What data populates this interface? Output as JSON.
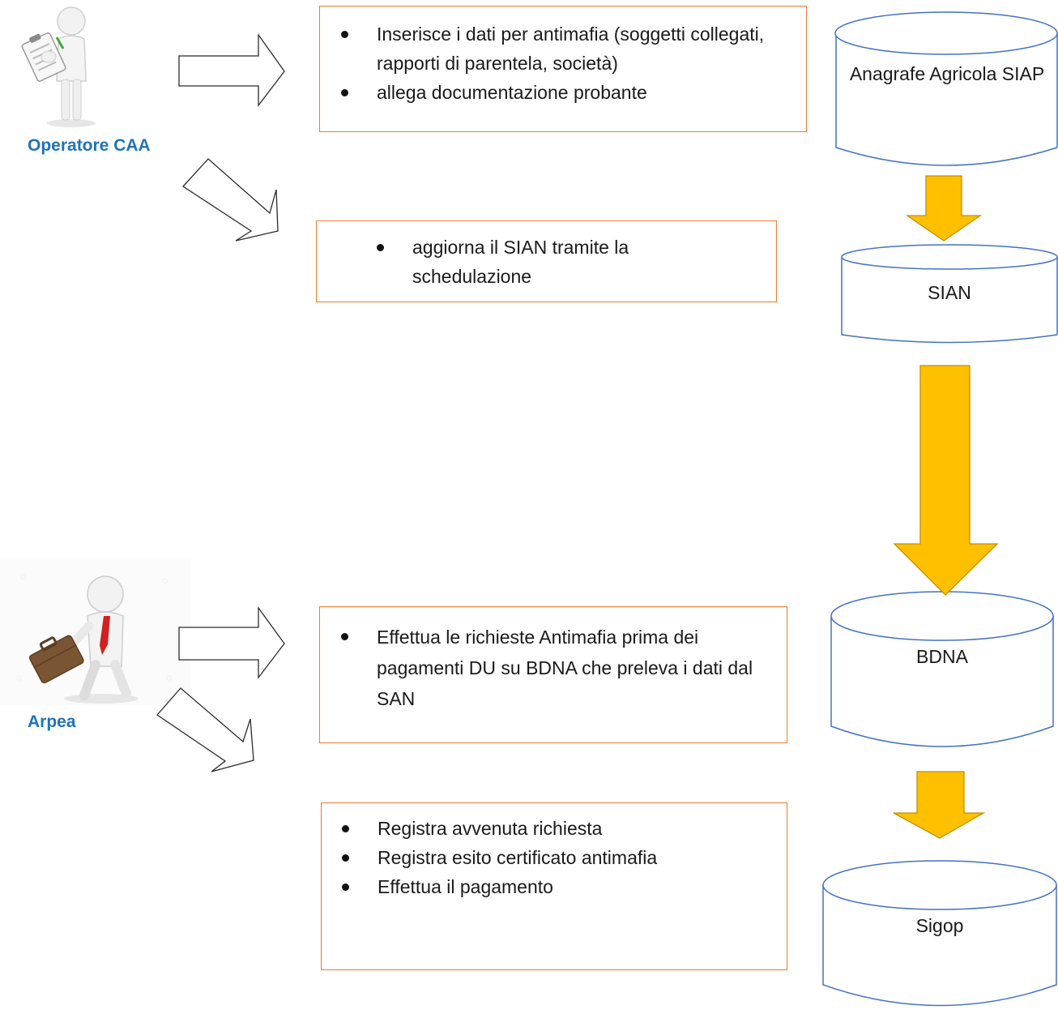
{
  "actors": {
    "operatore": {
      "label": "Operatore CAA",
      "icon": "clipboard-person-icon"
    },
    "arpea": {
      "label": "Arpea",
      "icon": "businessman-briefcase-icon"
    }
  },
  "boxes": {
    "box1": {
      "items": [
        "Inserisce i dati per antimafia (soggetti collegati, rapporti di parentela, società)",
        "allega documentazione probante"
      ]
    },
    "box2": {
      "items": [
        "aggiorna il SIAN tramite la schedulazione"
      ]
    },
    "box3": {
      "items": [
        "Effettua le richieste Antimafia prima dei pagamenti DU su BDNA che preleva i dati dal SAN"
      ]
    },
    "box4": {
      "items": [
        "Registra avvenuta richiesta",
        "Registra esito certificato antimafia",
        "Effettua il pagamento"
      ]
    }
  },
  "databases": {
    "db1": {
      "label": "Anagrafe Agricola SIAP"
    },
    "db2": {
      "label": "SIAN"
    },
    "db3": {
      "label": "BDNA"
    },
    "db4": {
      "label": "Sigop"
    }
  },
  "colors": {
    "box_border": "#ed7d31",
    "arrow_fill": "#ffc000",
    "arrow_stroke": "#bf9000",
    "db_stroke": "#4472c4",
    "actor_label": "#1f73b8"
  }
}
